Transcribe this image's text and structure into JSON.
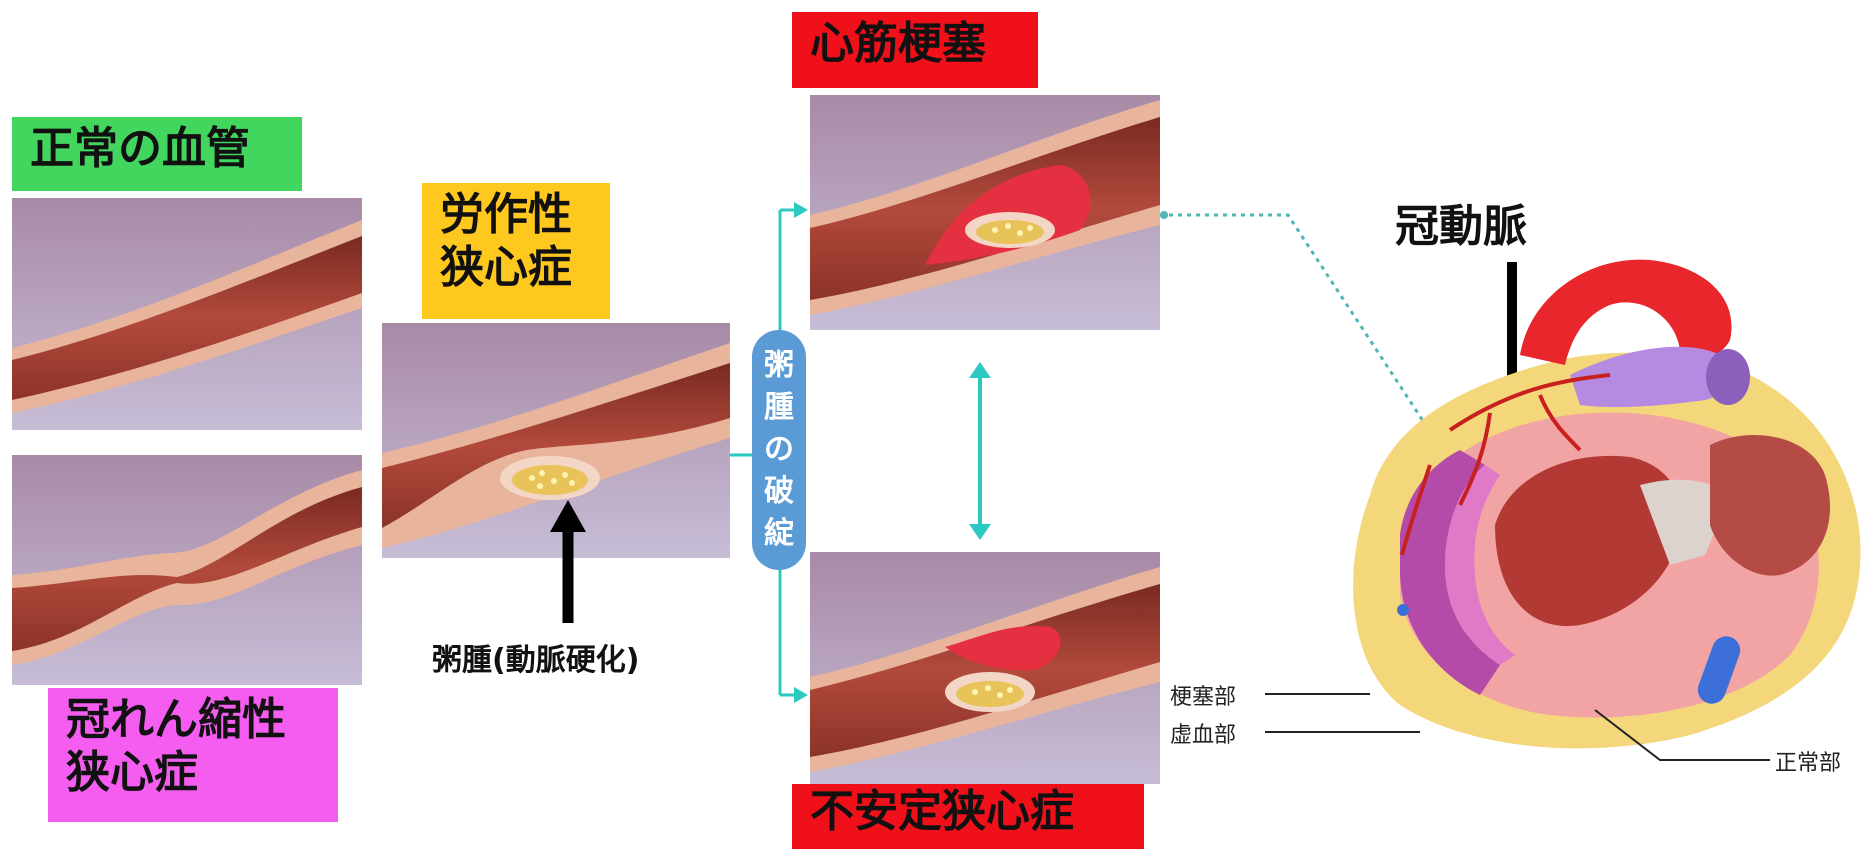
{
  "labels": {
    "normal": "正常の血管",
    "vasospastic": "冠れん縮性\n狭心症",
    "exertional": "労作性\n狭心症",
    "mi": "心筋梗塞",
    "unstable": "不安定狭心症",
    "rupture": "粥\n腫\nの\n破\n綻",
    "atheroma": "粥腫(動脈硬化)",
    "coronary": "冠動脈",
    "infarct_area": "梗塞部",
    "ischemic_area": "虚血部",
    "normal_area": "正常部"
  },
  "colors": {
    "green": "#43d65f",
    "magenta": "#f55df0",
    "yellow": "#ffc81e",
    "red": "#f0101a",
    "rupture_pill": "#5b9bd5",
    "teal": "#2cc9c2"
  }
}
